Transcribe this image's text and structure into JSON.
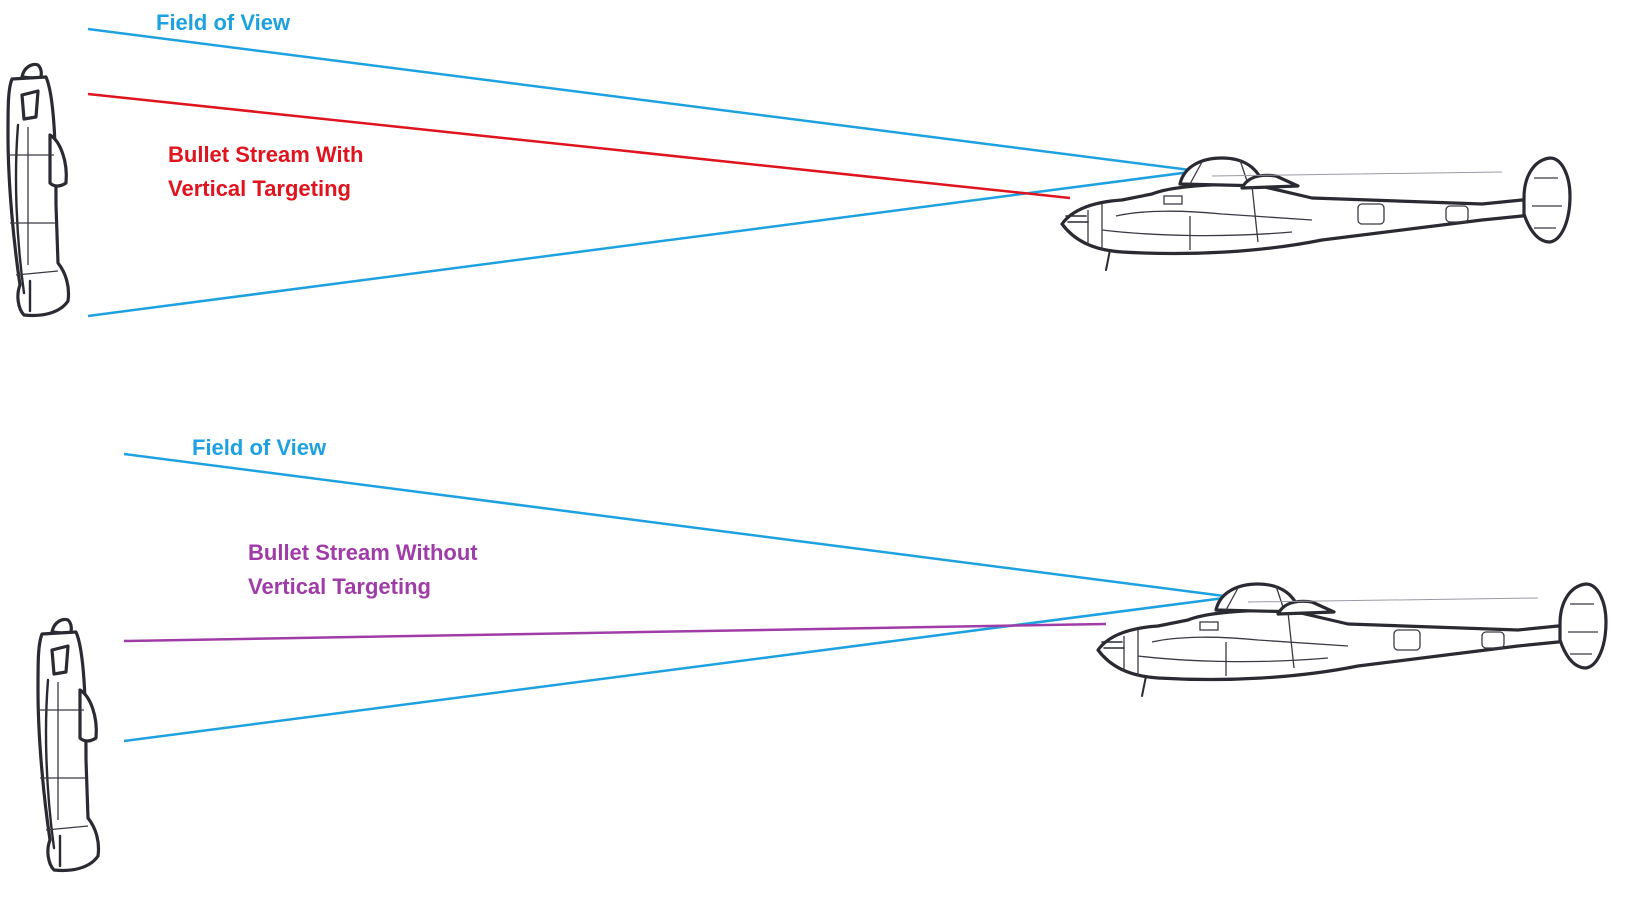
{
  "top_panel": {
    "fov_label": "Field of View",
    "bullet_label_line1": "Bullet Stream With",
    "bullet_label_line2": "Vertical Targeting"
  },
  "bottom_panel": {
    "fov_label": "Field of View",
    "bullet_label_line1": "Bullet Stream Without",
    "bullet_label_line2": "Vertical Targeting"
  },
  "colors": {
    "field_of_view": "#1ea1e0",
    "bullet_with_targeting": "#e0141e",
    "bullet_without_targeting": "#a03ca8",
    "aircraft_ink": "#2a2a33"
  }
}
